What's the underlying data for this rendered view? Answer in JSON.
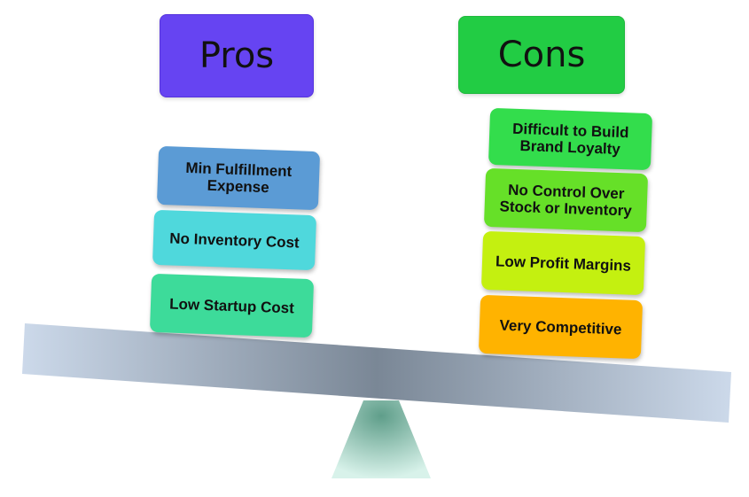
{
  "pros": {
    "title": "Pros",
    "color": "#6644f2",
    "items": [
      {
        "label": "Min Fulfillment Expense",
        "color": "#5b9bd5"
      },
      {
        "label": "No Inventory Cost",
        "color": "#4fd8dc"
      },
      {
        "label": "Low Startup Cost",
        "color": "#3ddb9a"
      }
    ]
  },
  "cons": {
    "title": "Cons",
    "color": "#22cc44",
    "items": [
      {
        "label": "Difficult to Build Brand Loyalty",
        "color": "#33dd4c"
      },
      {
        "label": "No Control Over Stock or Inventory",
        "color": "#66e028"
      },
      {
        "label": "Low Profit Margins",
        "color": "#c4f010"
      },
      {
        "label": "Very Competitive",
        "color": "#ffb300"
      }
    ]
  },
  "scale": {
    "beam_color": "#7a8796",
    "beam_edge_color": "#ccd9ea",
    "fulcrum_color": "#9fdcc8"
  }
}
